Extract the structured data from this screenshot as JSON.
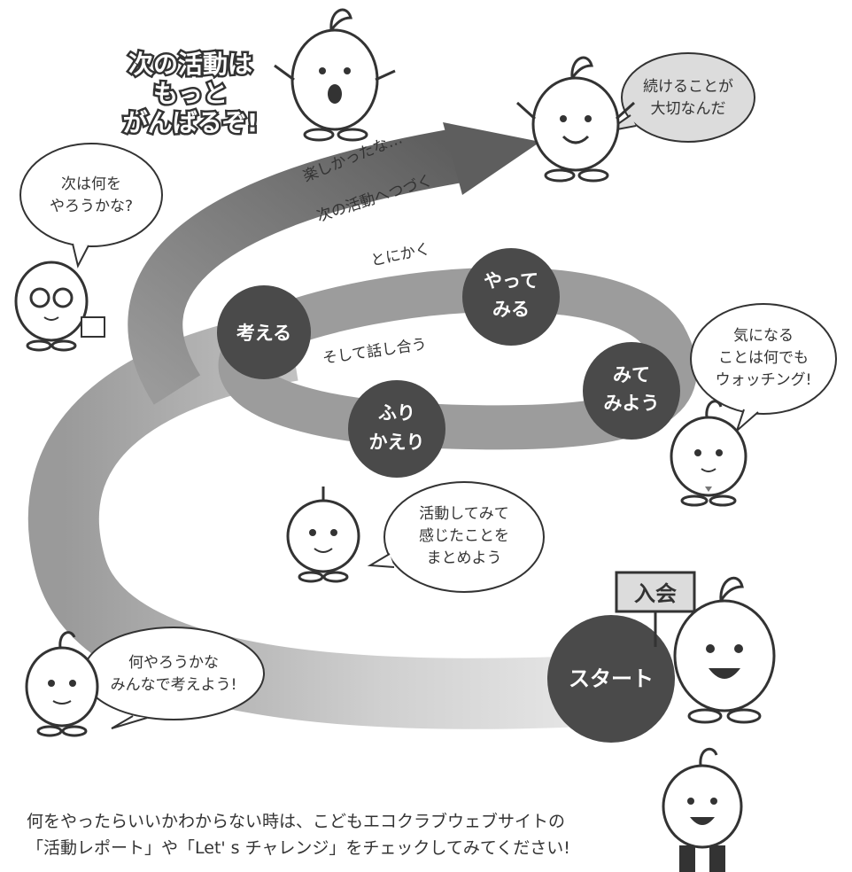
{
  "steps": {
    "start": "スタート",
    "mitemiyou": [
      "みて",
      "みよう"
    ],
    "yattemiru": [
      "やって",
      "みる"
    ],
    "kangaeru": "考える",
    "furikaeri": [
      "ふり",
      "かえり"
    ]
  },
  "path_labels": {
    "totonikaku": "とにかく",
    "soshite": "そして話し合う",
    "tanoshikatta": "楽しかったな…",
    "tsuzuku": "次の活動へつづく"
  },
  "bubbles": {
    "tsugi_wa": [
      "次は何を",
      "やろうかな?"
    ],
    "tsuzukeru": [
      "続けることが",
      "大切なんだ"
    ],
    "ki_ni_naru": [
      "気になる",
      "ことは何でも",
      "ウォッチング!"
    ],
    "katsudou_shite": [
      "活動してみて",
      "感じたことを",
      "まとめよう"
    ],
    "nani_yarou": [
      "何やろうかな",
      "みんなで考えよう!"
    ]
  },
  "shout": [
    "次の活動は",
    "もっと",
    "がんばるぞ!"
  ],
  "sign": "入会",
  "footer": {
    "line1": "何をやったらいいかわからない時は、こどもエコクラブウェブサイトの",
    "line2": "「活動レポート」や「Let' s チャレンジ」をチェックしてみてください!"
  },
  "colors": {
    "step_circle": "#4a4a4a",
    "path_light": "#d6d6d6",
    "path_dark": "#7a7a7a",
    "bubble_fill": "#ffffff",
    "bubble_fill_grey": "#dcdcdc"
  }
}
